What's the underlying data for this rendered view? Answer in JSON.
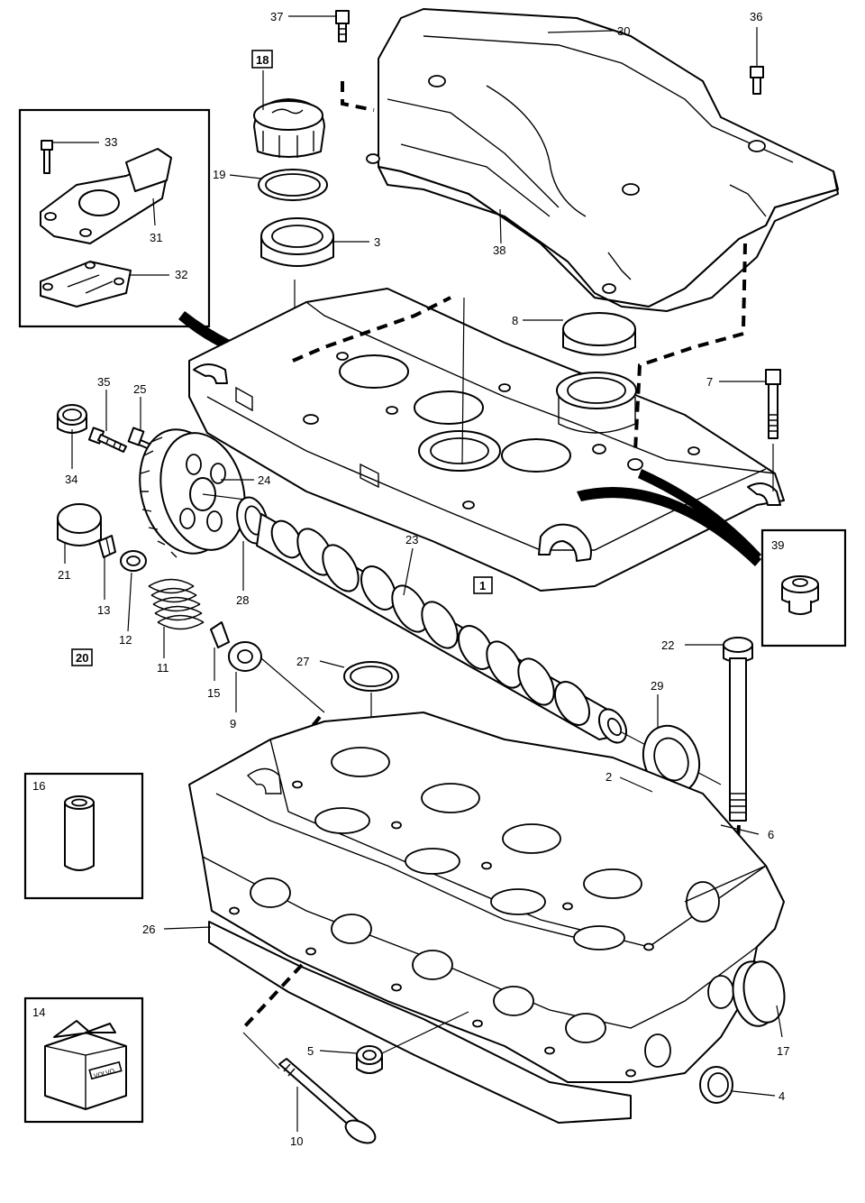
{
  "labels": {
    "p1": "1",
    "p2": "2",
    "p3": "3",
    "p4": "4",
    "p5": "5",
    "p6": "6",
    "p7": "7",
    "p8": "8",
    "p9": "9",
    "p10": "10",
    "p11": "11",
    "p12": "12",
    "p13": "13",
    "p14": "14",
    "p15": "15",
    "p16": "16",
    "p17": "17",
    "p18": "18",
    "p19": "19",
    "p20": "20",
    "p21": "21",
    "p22": "22",
    "p23": "23",
    "p24": "24",
    "p25": "25",
    "p26": "26",
    "p27": "27",
    "p28": "28",
    "p29": "29",
    "p30": "30",
    "p31": "31",
    "p32": "32",
    "p33": "33",
    "p34": "34",
    "p35": "35",
    "p36": "36",
    "p37": "37",
    "p38": "38",
    "p39": "39"
  },
  "box_text": "VOLVO"
}
